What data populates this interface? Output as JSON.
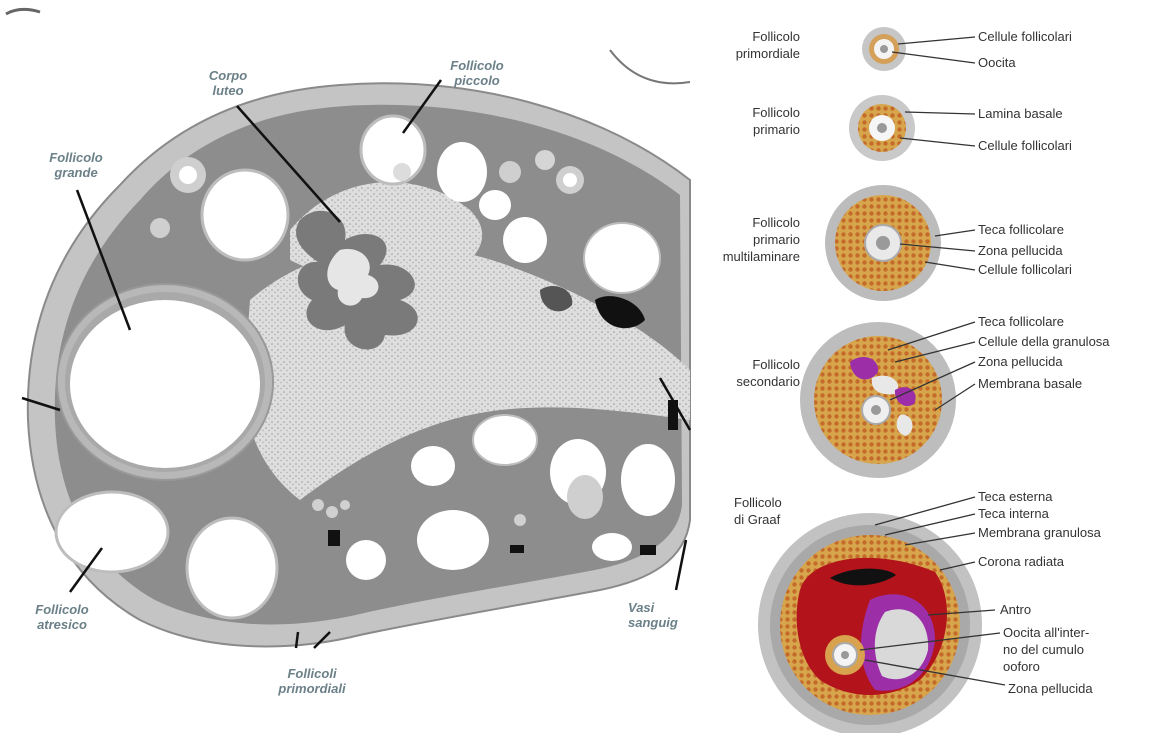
{
  "ovary_labels": {
    "corpo_luteo": [
      "Corpo",
      "luteo"
    ],
    "follicolo_piccolo": [
      "Follicolo",
      "piccolo"
    ],
    "follicolo_grande": [
      "Follicolo",
      "grande"
    ],
    "follicolo_atresico": [
      "Follicolo",
      "atresico"
    ],
    "follicoli_primordiali": [
      "Follicoli",
      "primordiali"
    ],
    "vasi_sanguigni": [
      "Vasi",
      "sanguig"
    ]
  },
  "stages": [
    {
      "name": [
        "Follicolo",
        "primordiale"
      ],
      "parts": [
        "Cellule follicolari",
        "Oocita"
      ]
    },
    {
      "name": [
        "Follicolo",
        "primario"
      ],
      "parts": [
        "Lamina basale",
        "Cellule follicolari"
      ]
    },
    {
      "name": [
        "Follicolo",
        "primario",
        "multilaminare"
      ],
      "parts": [
        "Teca follicolare",
        "Zona pellucida",
        "Cellule follicolari"
      ]
    },
    {
      "name": [
        "Follicolo",
        "secondario"
      ],
      "parts": [
        "Teca follicolare",
        "Cellule della granulosa",
        "Zona pellucida",
        "Membrana basale"
      ]
    },
    {
      "name": [
        "Follicolo",
        "di Graaf"
      ],
      "parts": [
        "Teca esterna",
        "Teca interna",
        "Membrana granulosa",
        "Corona radiata",
        "Antro",
        "Oocita all'inter-",
        "no del cumulo",
        "ooforo",
        "Zona pellucida"
      ]
    }
  ],
  "colors": {
    "tissue": "#8f8f8f",
    "tissue_light": "#c9c9c9",
    "stroma": "#dcdcdc",
    "graaf_antrum": "#b3131a",
    "granulosa": "#e0b060",
    "purple": "#9c2fa8",
    "label_blue": "#6b8088"
  }
}
